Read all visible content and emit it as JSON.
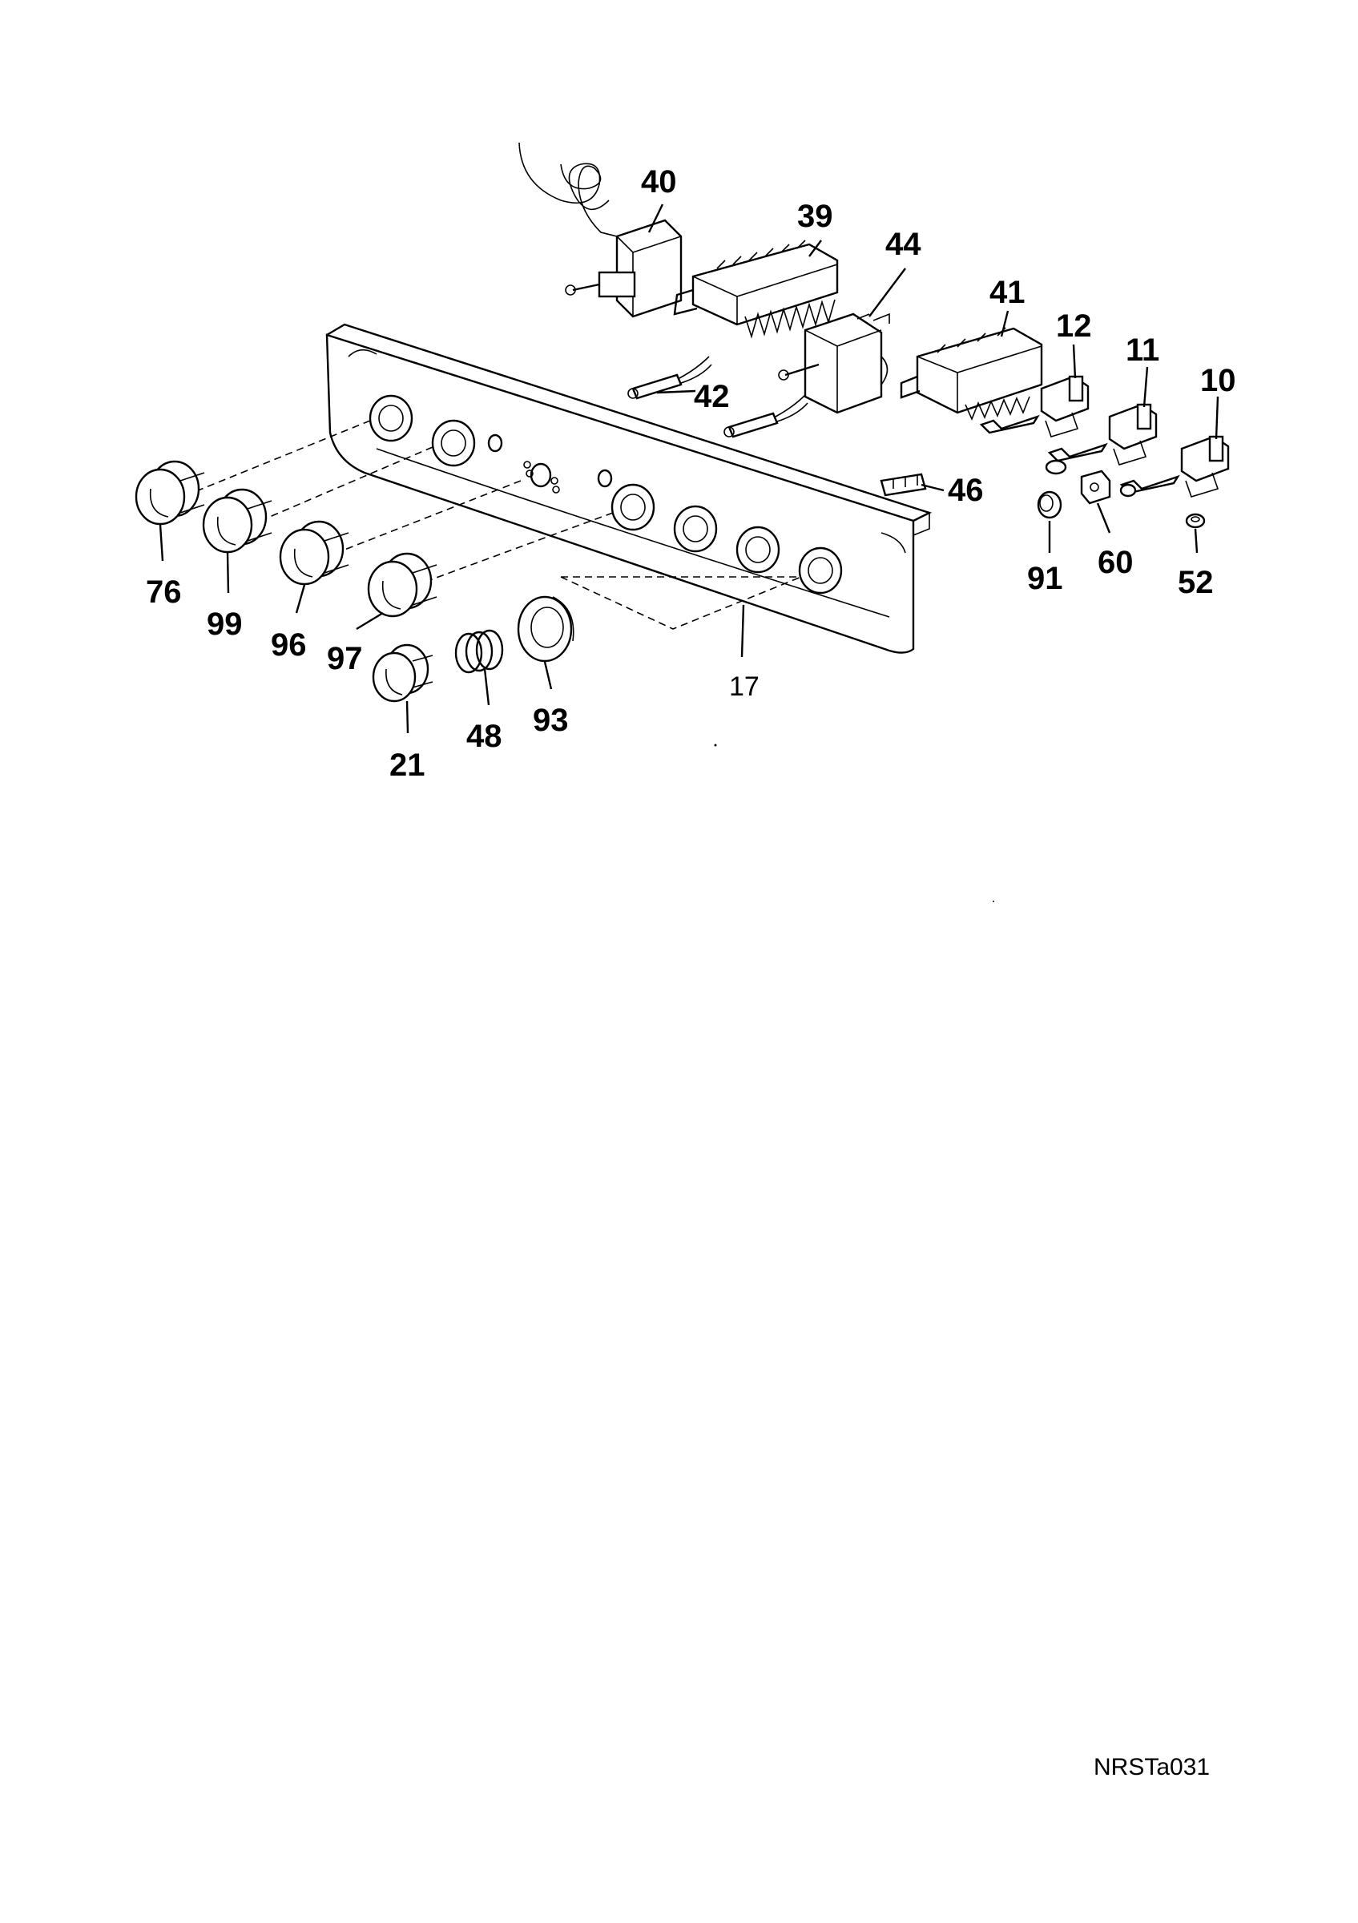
{
  "diagram_code": "NRSTa031",
  "callouts": {
    "c40": "40",
    "c39": "39",
    "c44": "44",
    "c41": "41",
    "c12": "12",
    "c11": "11",
    "c10": "10",
    "c42": "42",
    "c46": "46",
    "c91": "91",
    "c60": "60",
    "c52": "52",
    "c76": "76",
    "c99": "99",
    "c96": "96",
    "c97": "97",
    "c21": "21",
    "c48": "48",
    "c93": "93",
    "c17": "17"
  }
}
